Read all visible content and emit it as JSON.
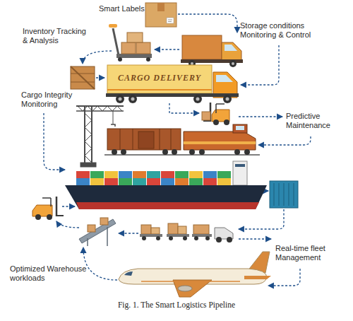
{
  "diagram": {
    "caption": "Fig. 1. The Smart Logistics Pipeline",
    "labels": [
      "Smart Labels",
      "Storage conditions Monitoring & Control",
      "Inventory Tracking & Analysis",
      "CARGO DELIVERY",
      "Cargo Integrity Monitoring",
      "Predictive Maintenance",
      "Real-time fleet Management",
      "Optimized Warehouse workloads"
    ]
  }
}
